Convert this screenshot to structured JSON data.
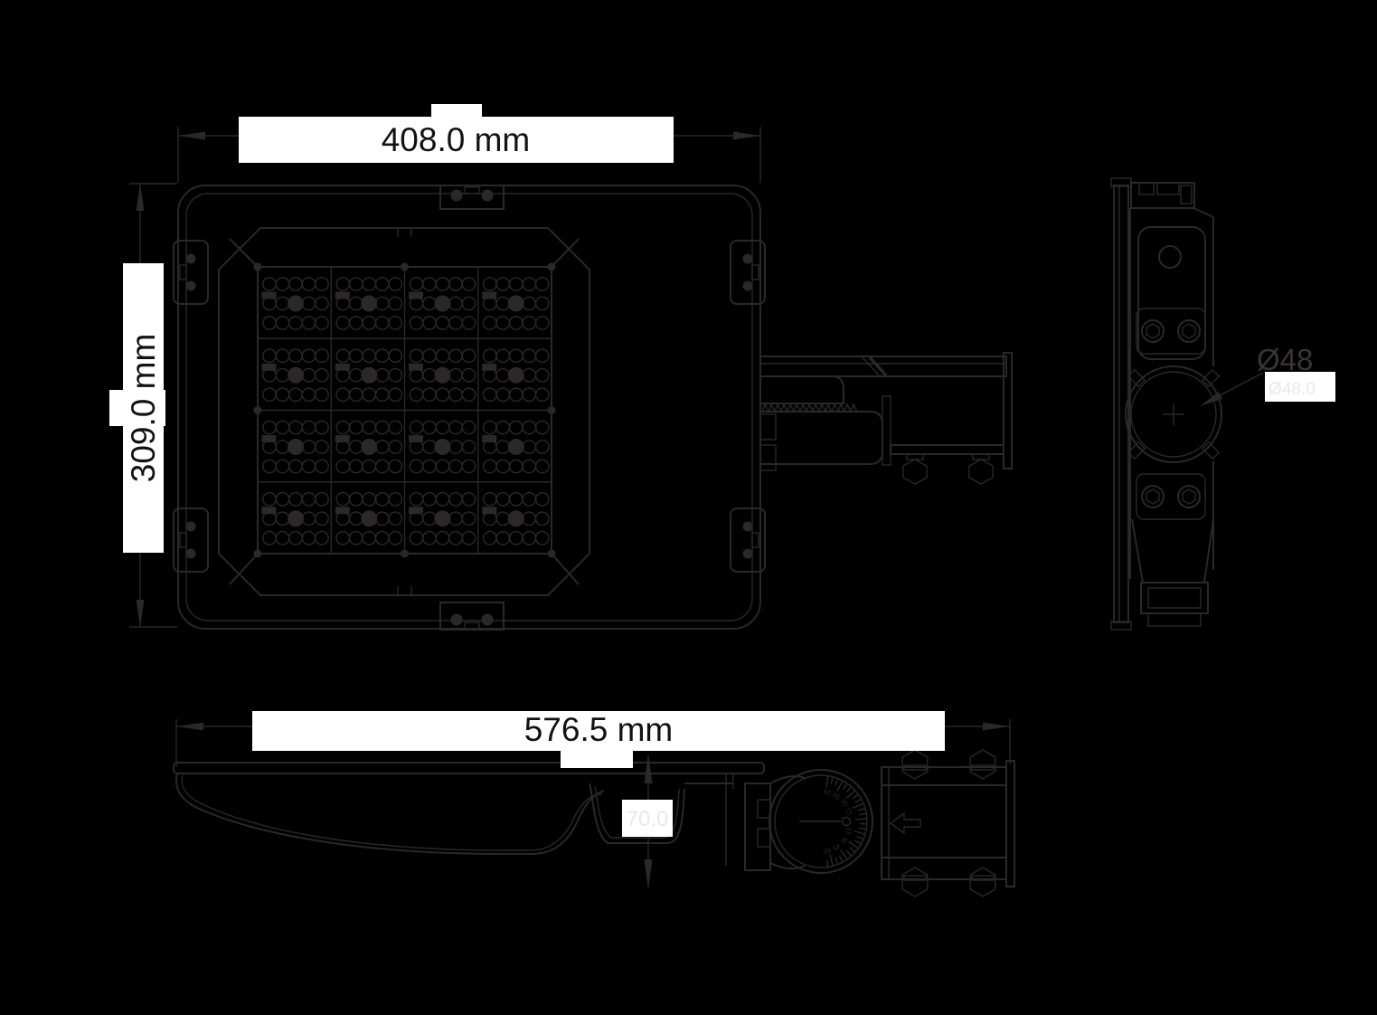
{
  "drawing": {
    "title": "luminaire-dimension-drawing",
    "background_color": "#000000",
    "line_color": "#2c2728",
    "label_box_color": "#ffffff",
    "label_text_color": "#141112",
    "dimensions": {
      "width_label": "408.0 mm",
      "height_label": "309.0 mm",
      "length_label": "576.5 mm",
      "depth_label": "70.0",
      "diameter_callout": "Ø48",
      "diameter_callout_ghost": "Ø48.0"
    },
    "views": [
      "front-view",
      "mounting-arm-top-view",
      "side-view",
      "bottom-view"
    ],
    "led_grid": {
      "rows": 4,
      "cols": 4,
      "circle_rows": 3,
      "circles_per_row": 5,
      "filled_row": 1,
      "filled_index": 2
    },
    "dial": {
      "tick_labels": [
        "60",
        "45",
        "30",
        "15",
        "0",
        "15",
        "30",
        "45",
        "60"
      ],
      "tick_angles": [
        -78,
        -58.5,
        -39,
        -19.5,
        0,
        19.5,
        39,
        58.5,
        78
      ]
    }
  }
}
